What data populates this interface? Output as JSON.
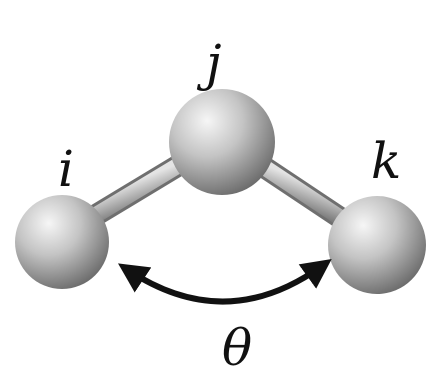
{
  "labels": {
    "atom_i": "i",
    "atom_j": "j",
    "atom_k": "k",
    "angle": "θ"
  },
  "colors": {
    "atom_highlight": "#f4f4f4",
    "atom_mid": "#bdbdbd",
    "atom_shadow": "#6e6e6e",
    "bond_light": "#e0e0e0",
    "bond_dark": "#7a7a7a",
    "arrow": "#111111",
    "text": "#111111"
  }
}
